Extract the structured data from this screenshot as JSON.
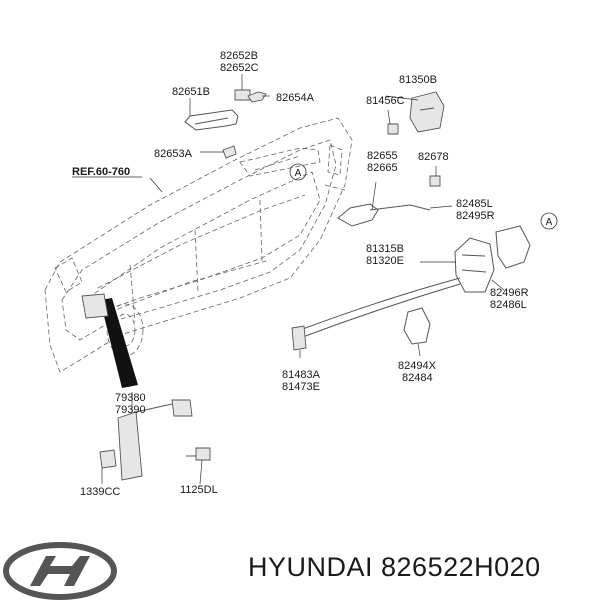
{
  "labels": {
    "l82652b": "82652B",
    "l82652c": "82652C",
    "l82651b": "82651B",
    "l82654a": "82654A",
    "l82653a": "82653A",
    "l81350b": "81350B",
    "l81456c": "81456C",
    "lref": "REF.60-760",
    "l82655": "82655",
    "l82665": "82665",
    "l82678": "82678",
    "l82485l": "82485L",
    "l82495r": "82495R",
    "l81315b": "81315B",
    "l81320e": "81320E",
    "l82496r": "82496R",
    "l82486l": "82486L",
    "l81483a": "81483A",
    "l81473e": "81473E",
    "l82494x": "82494X",
    "l82484": "82484",
    "l79380": "79380",
    "l79390": "79390",
    "l1339cc": "1339CC",
    "l1125dl": "1125DL",
    "calloutA": "A"
  },
  "caption": "HYUNDAI 826522H020"
}
